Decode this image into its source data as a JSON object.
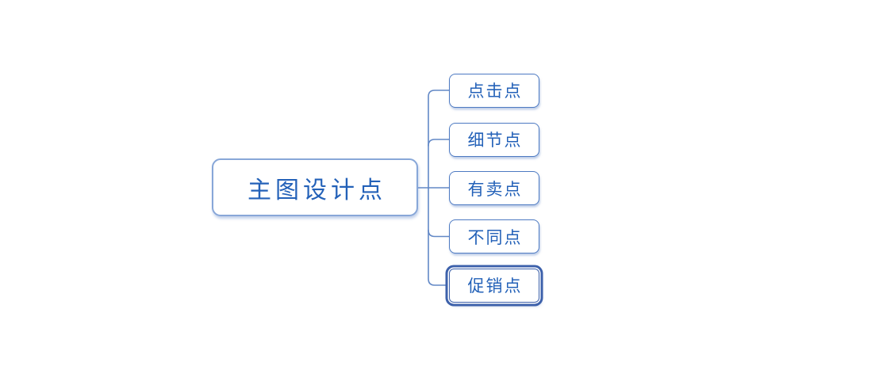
{
  "diagram": {
    "type": "mindmap",
    "root": {
      "label": "主图设计点"
    },
    "children": [
      {
        "label": "点击点",
        "selected": false
      },
      {
        "label": "细节点",
        "selected": false
      },
      {
        "label": "有卖点",
        "selected": false
      },
      {
        "label": "不同点",
        "selected": false
      },
      {
        "label": "促销点",
        "selected": true
      }
    ]
  },
  "colors": {
    "canvas-bg": "#ffffff",
    "line": "#6288c6",
    "main-border": "#88a7d8",
    "child-border": "#4d7ac2",
    "selected": "#3d61ab",
    "text": "#2361b8"
  }
}
